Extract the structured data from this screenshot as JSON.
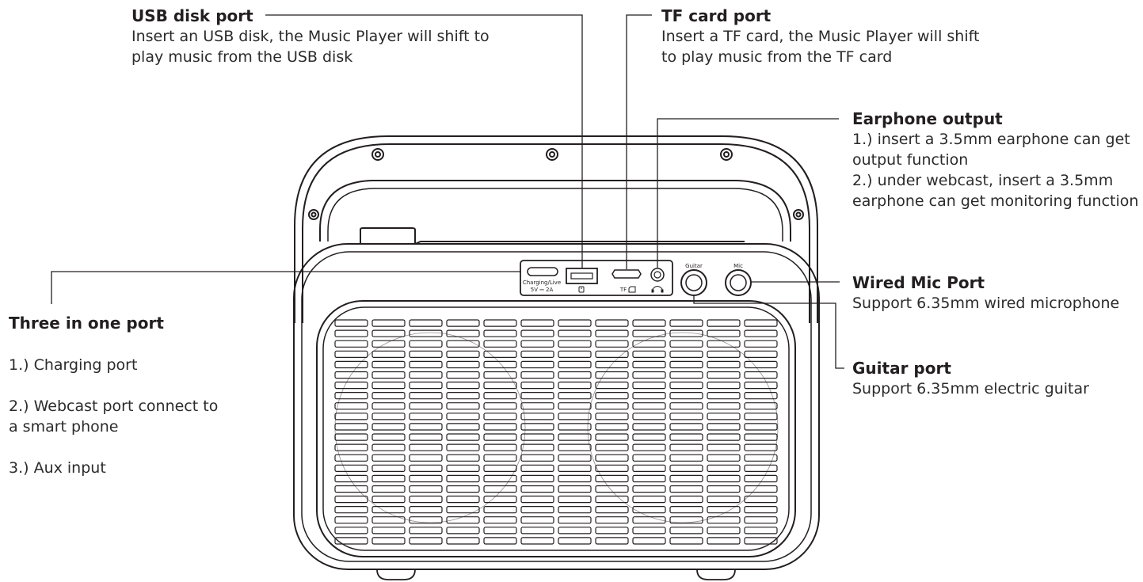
{
  "colors": {
    "ink": "#231f20",
    "background": "#ffffff"
  },
  "callouts": {
    "usb": {
      "title": "USB disk port",
      "lines": [
        "Insert an USB disk, the Music Player will shift to",
        "play music from the USB disk"
      ]
    },
    "tf": {
      "title": "TF card port",
      "lines": [
        "Insert a TF card, the Music Player will shift",
        "to play music from the TF card"
      ]
    },
    "earphone": {
      "title": "Earphone output",
      "lines": [
        "1.) insert a 3.5mm earphone can get",
        "output function",
        "2.) under webcast, insert a 3.5mm",
        "earphone can get monitoring function"
      ]
    },
    "mic": {
      "title": "Wired Mic Port",
      "lines": [
        "Support 6.35mm wired microphone"
      ]
    },
    "guitar": {
      "title": "Guitar port",
      "lines": [
        "Support 6.35mm electric guitar"
      ]
    },
    "three_in_one": {
      "title": "Three in one port",
      "items": [
        "1.) Charging port",
        "2.) Webcast port connect to",
        "a smart phone",
        "3.) Aux input"
      ]
    }
  },
  "panel_labels": {
    "charging_live": "Charging/Live",
    "power_spec": "5V ⎓ 2A",
    "tf": "TF",
    "guitar": "Guitar",
    "mic": "Mic"
  },
  "icons": [
    "usb-drive-icon",
    "sd-card-icon",
    "headphone-icon"
  ]
}
